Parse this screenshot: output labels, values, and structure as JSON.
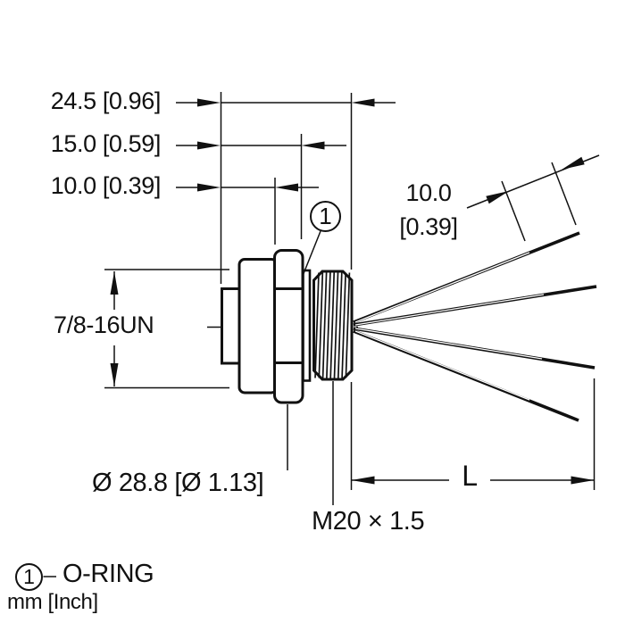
{
  "drawing": {
    "labels": {
      "overall_depth": "24.5 [0.96]",
      "body_depth": "15.0 [0.59]",
      "front_depth": "10.0 [0.39]",
      "front_thread": "7/8-16UN",
      "strip_length_mm": "10.0",
      "strip_length_inch": "[0.39]",
      "hex_diameter": "Ø 28.8 [Ø 1.13]",
      "gland_thread": "M20 × 1.5",
      "cable_length": "L"
    },
    "callout": {
      "balloon": "1"
    },
    "legend": {
      "balloon": "1",
      "label": "O-RING"
    },
    "units_note": "mm [Inch]",
    "colors": {
      "ink": "#111111",
      "background": "#ffffff"
    }
  }
}
